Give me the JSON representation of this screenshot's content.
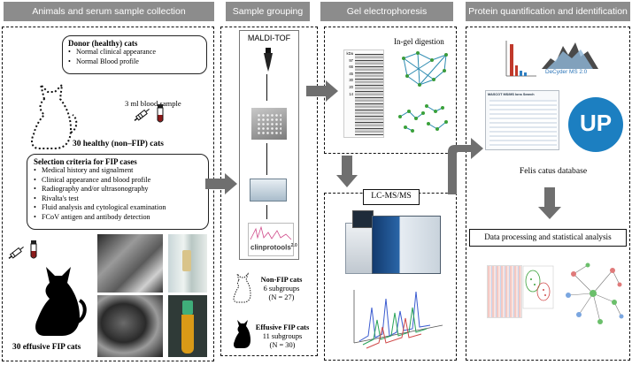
{
  "headers": {
    "animals": "Animals and serum sample collection",
    "grouping": "Sample grouping",
    "gel": "Gel electrophoresis",
    "protein": "Protein quantification and identification"
  },
  "donor": {
    "title": "Donor (healthy) cats",
    "items": [
      "Normal clinical appearance",
      "Normal Blood profile"
    ],
    "blood_sample": "3 ml blood sample",
    "caption": "30 healthy (non–FIP) cats"
  },
  "criteria": {
    "title": "Selection criteria for FIP cases",
    "items": [
      "Medical history and signalment",
      "Clinical appearance and blood profile",
      "Radiography and/or ultrasonography",
      "Rivalta's test",
      "Fluid analysis and cytological examination",
      "FCoV antigen and antibody detection"
    ],
    "caption": "30 effusive FIP cats"
  },
  "grouping": {
    "method": "MALDI-TOF",
    "software": "clinprotools",
    "software_version": "2.0",
    "non_fip": {
      "title": "Non-FIP cats",
      "subgroups": "6 subgroups",
      "n": "(N = 27)"
    },
    "effusive": {
      "title": "Effusive FIP cats",
      "subgroups": "11 subgroups",
      "n": "(N = 30)"
    }
  },
  "gel": {
    "digestion": "In-gel digestion",
    "markers": [
      "kDa",
      "97",
      "66",
      "45",
      "30",
      "20",
      "14"
    ],
    "lcms": "LC-MS/MS"
  },
  "protein": {
    "decyder": "DeCyder MS 2.0",
    "mascot": "MASCOT MS/MS Ions Search",
    "uniprot": "UP",
    "database": "Felis catus database",
    "analysis": "Data processing and statistical analysis"
  },
  "colors": {
    "header": "#8c8c8c",
    "arrow": "#6f6f6f",
    "uniprot": "#1c7fc1"
  }
}
